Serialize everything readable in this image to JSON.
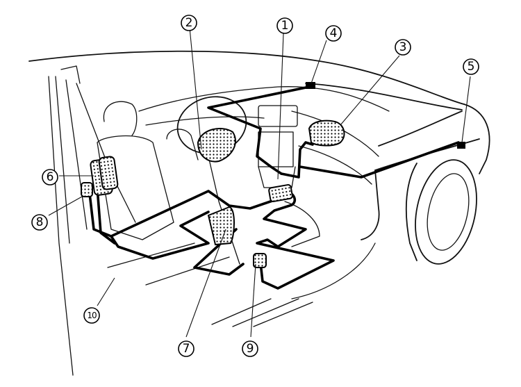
{
  "figure": {
    "description": "SRS airbag system component location diagram (vehicle interior cutaway)",
    "callouts": [
      {
        "number": "1",
        "glyph": "①",
        "target": "center-console-component"
      },
      {
        "number": "2",
        "glyph": "②",
        "target": "driver-airbag-module"
      },
      {
        "number": "3",
        "glyph": "③",
        "target": "passenger-airbag-module"
      },
      {
        "number": "4",
        "glyph": "④",
        "target": "upper-connector-sensor"
      },
      {
        "number": "5",
        "glyph": "⑤",
        "target": "front-fender-sensor"
      },
      {
        "number": "6",
        "glyph": "⑥",
        "target": "side-airbag-modules"
      },
      {
        "number": "7",
        "glyph": "⑦",
        "target": "seat-airbag-module"
      },
      {
        "number": "8",
        "glyph": "⑧",
        "target": "b-pillar-sensor"
      },
      {
        "number": "9",
        "glyph": "⑨",
        "target": "floor-sensor"
      },
      {
        "number": "10",
        "glyph": "⑩",
        "target": "wiring-harness"
      }
    ]
  }
}
